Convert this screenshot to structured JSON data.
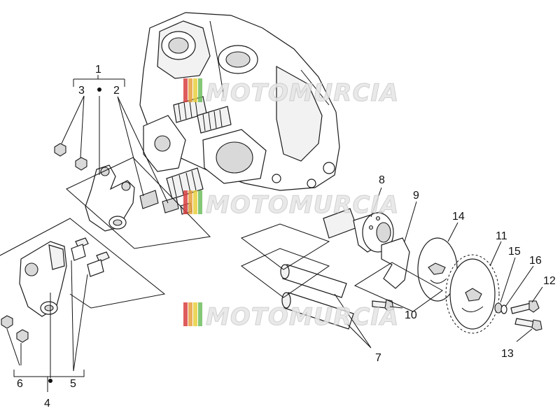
{
  "callouts": [
    {
      "id": "c1",
      "text": "1"
    },
    {
      "id": "c2",
      "text": "2"
    },
    {
      "id": "c3",
      "text": "3"
    },
    {
      "id": "c4",
      "text": "4"
    },
    {
      "id": "c5",
      "text": "5"
    },
    {
      "id": "c6",
      "text": "6"
    },
    {
      "id": "c7",
      "text": "7"
    },
    {
      "id": "c8",
      "text": "8"
    },
    {
      "id": "c9",
      "text": "9"
    },
    {
      "id": "c10",
      "text": "10"
    },
    {
      "id": "c11",
      "text": "11"
    },
    {
      "id": "c12",
      "text": "12"
    },
    {
      "id": "c13",
      "text": "13"
    },
    {
      "id": "c14",
      "text": "14"
    },
    {
      "id": "c15",
      "text": "15"
    },
    {
      "id": "c16",
      "text": "16"
    }
  ],
  "watermark": {
    "text": "MOTOMURCIA",
    "stripe_colors": [
      "#d94040",
      "#e8a040",
      "#e8d040",
      "#6fbf60"
    ]
  }
}
